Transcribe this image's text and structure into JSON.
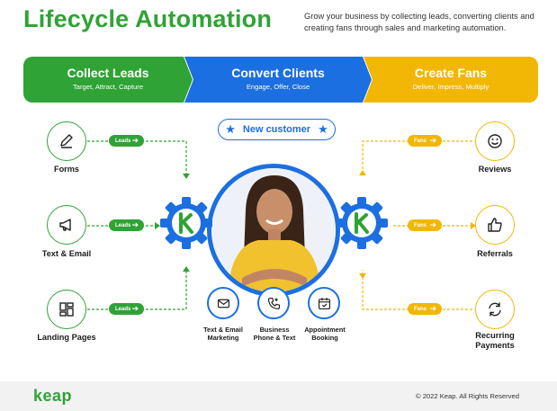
{
  "header": {
    "title": "Lifecycle Automation",
    "subtitle": "Grow your business by collecting leads, converting clients and creating fans through sales and marketing automation."
  },
  "stages": [
    {
      "title": "Collect Leads",
      "subtitle": "Target, Attract, Capture",
      "color": "#2fa335"
    },
    {
      "title": "Convert Clients",
      "subtitle": "Engage, Offer, Close",
      "color": "#1c6fe0"
    },
    {
      "title": "Create Fans",
      "subtitle": "Deliver, Impress, Multiply",
      "color": "#f2b705"
    }
  ],
  "lead_sources": [
    {
      "label": "Forms",
      "icon": "pencil-icon",
      "pill": "Leads"
    },
    {
      "label": "Text & Email",
      "icon": "megaphone-icon",
      "pill": "Leads"
    },
    {
      "label": "Landing Pages",
      "icon": "layout-icon",
      "pill": "Leads"
    }
  ],
  "fan_outcomes": [
    {
      "label": "Reviews",
      "icon": "smiley-icon",
      "pill": "Fans"
    },
    {
      "label": "Referrals",
      "icon": "thumbs-up-icon",
      "pill": "Fans"
    },
    {
      "label": "Recurring\nPayments",
      "line1": "Recurring",
      "line2": "Payments",
      "icon": "refresh-icon",
      "pill": "Fans"
    }
  ],
  "center": {
    "badge": "New customer",
    "portrait": "smiling-woman-portrait",
    "gear_icon": "keap-gear-icon"
  },
  "tools": [
    {
      "line1": "Text & Email",
      "line2": "Marketing",
      "icon": "mail-icon"
    },
    {
      "line1": "Business",
      "line2": "Phone & Text",
      "icon": "phone-icon"
    },
    {
      "line1": "Appointment",
      "line2": "Booking",
      "icon": "calendar-icon"
    }
  ],
  "footer": {
    "logo": "keap",
    "copyright": "© 2022 Keap. All Rights Reserved"
  },
  "colors": {
    "green": "#2fa335",
    "blue": "#1c6fe0",
    "yellow": "#f2b705"
  }
}
